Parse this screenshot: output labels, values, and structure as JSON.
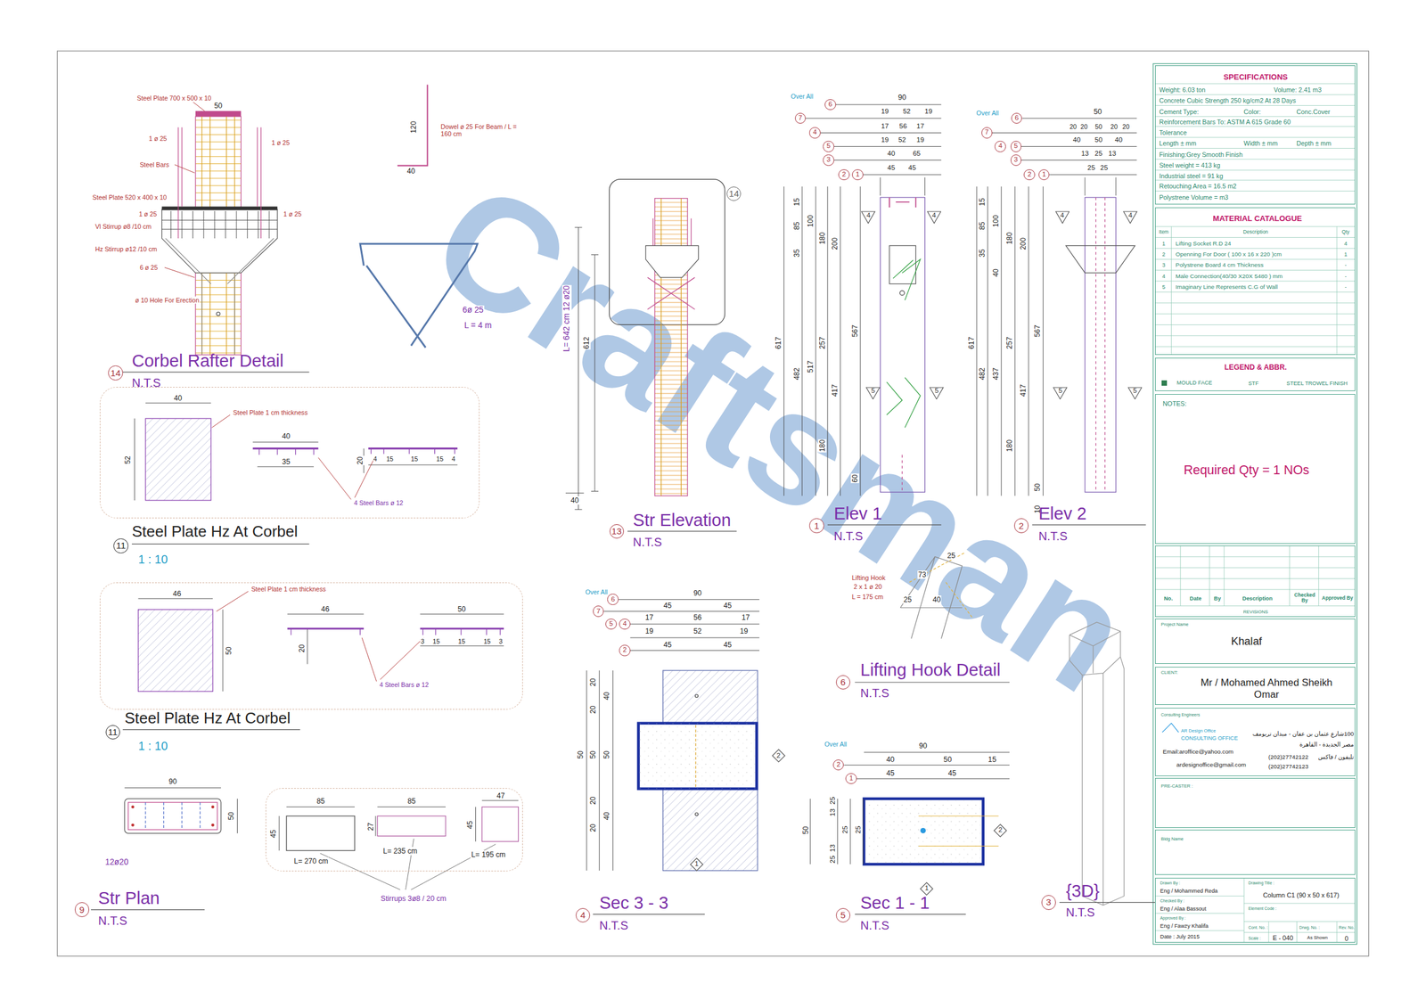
{
  "diagram": {
    "nodes": [
      {
        "text": [
          "14"
        ]
      },
      {
        "text": [
          "11"
        ]
      },
      {
        "text": [
          "11"
        ]
      },
      {
        "text": [
          "9"
        ]
      },
      {
        "text": [
          "14"
        ]
      },
      {
        "text": [
          "13"
        ]
      },
      {
        "text": [
          "6"
        ]
      },
      {
        "text": [
          "7"
        ]
      },
      {
        "text": [
          "4"
        ]
      },
      {
        "text": [
          "5"
        ]
      },
      {
        "text": [
          "3"
        ]
      },
      {
        "text": [
          "2"
        ]
      },
      {
        "text": [
          "1"
        ]
      },
      {
        "text": [
          "4"
        ]
      },
      {
        "text": [
          "4"
        ]
      },
      {
        "text": [
          "5"
        ]
      },
      {
        "text": [
          "5"
        ]
      },
      {
        "text": [
          "1"
        ]
      },
      {
        "text": [
          "6"
        ]
      },
      {
        "text": [
          "7"
        ]
      },
      {
        "text": [
          "4"
        ]
      },
      {
        "text": [
          "5"
        ]
      },
      {
        "text": [
          "3"
        ]
      },
      {
        "text": [
          "2"
        ]
      },
      {
        "text": [
          "1"
        ]
      },
      {
        "text": [
          "4"
        ]
      },
      {
        "text": [
          "4"
        ]
      },
      {
        "text": [
          "5"
        ]
      },
      {
        "text": [
          "5"
        ]
      },
      {
        "text": [
          "2"
        ]
      },
      {
        "text": [
          "6"
        ]
      },
      {
        "text": [
          "6"
        ]
      },
      {
        "text": [
          "7"
        ]
      },
      {
        "text": [
          "5"
        ]
      },
      {
        "text": [
          "4"
        ]
      },
      {
        "text": [
          "2"
        ]
      },
      {
        "text": [
          "2"
        ]
      },
      {
        "text": [
          "1"
        ]
      },
      {
        "text": [
          "4"
        ]
      },
      {
        "text": [
          "2"
        ]
      },
      {
        "text": [
          "1"
        ]
      },
      {
        "text": [
          "2"
        ]
      },
      {
        "text": [
          "1"
        ]
      },
      {
        "text": [
          "5"
        ]
      },
      {
        "text": [
          "3"
        ]
      },
      {
        "text": [
          "40",
          "52",
          "Steel Plate 1 cm thickness",
          "40",
          "35",
          "20",
          "4",
          "15",
          "15",
          "15",
          "4",
          "4 Steel Bars ø 12"
        ]
      },
      {
        "text": [
          "46",
          "50",
          "Steel Plate 1 cm thickness",
          "46",
          "20",
          "50",
          "3",
          "15",
          "15",
          "15",
          "3",
          "4 Steel Bars ø 12"
        ]
      },
      {
        "text": [
          "85",
          "85",
          "47",
          "45",
          "27",
          "45",
          "L= 270 cm",
          "L= 235 cm",
          "L= 195 cm"
        ]
      },
      {
        "text": [
          "SPECIFICATIONS",
          "Weight: 6.03 ton",
          "Volume: 2.41 m3",
          "Concrete Cubic Strength 250 kg/cm2 At 28 Days",
          "Cement Type:",
          "Color:",
          "Conc.Cover",
          "Reinforcement Bars To: ASTM A 615 Grade 60",
          "Tolerance",
          "Length ± mm",
          "Width ± mm",
          "Depth ± mm",
          "Finishing:Grey Smooth Finish",
          "Steel weight = 413 kg",
          "Industrial steel = 91 kg",
          "Retouching Area = 16.5 m2",
          "Polystrene Volume = m3"
        ]
      },
      {
        "text": [
          "MATERIAL CATALOGUE",
          "Item",
          "Description",
          "Qty",
          "1",
          "Lifting Socket R.D 24",
          "4",
          "2",
          "Openning For Door ( 100 x 16 x 220 )cm",
          "1",
          "3",
          "Polystrene Board 4 cm Thickness",
          "-",
          "4",
          "Male Connection(40/30 X20X 5480 ) mm",
          "-",
          "5",
          "Imaginary Line Represents C.G of Wall",
          "-"
        ]
      },
      {
        "text": [
          "LEGEND & ABBR.",
          "STF",
          "STEEL TROWEL FINISH"
        ]
      },
      {
        "text": [
          "NOTES:",
          "Required Qty = 1 NOs"
        ]
      },
      {
        "text": [
          "No.",
          "Date",
          "By",
          "Description",
          "Checked By",
          "Approved By",
          "REVISIONS"
        ]
      },
      {
        "text": [
          "Project Name",
          "Khalaf"
        ]
      },
      {
        "text": [
          "CLIENT:",
          "Mr / Mohamed Ahmed Sheikh Omar"
        ]
      },
      {
        "text": [
          "Consulting Engineers",
          "AR Design Office",
          "CONSULTING OFFICE",
          "Email:aroffice@yahoo.com",
          "ardesignoffice@gmail.com",
          "100شارع عثمان بن عفان - ميدان تريومف",
          "مصر الجديدة - القاهرة",
          "تليفون / فاكس",
          "(202)27742122",
          "(202)27742123"
        ]
      },
      {
        "text": [
          "PRE-CASTER :"
        ]
      },
      {
        "text": [
          "Bldg Name"
        ]
      },
      {
        "text": [
          "Drawn By :",
          "Eng / Mohammed Reda",
          "Checked By :",
          "Eng / Alaa Bassout",
          "Approved By :",
          "Eng / Fawzy Khalifa",
          "Date : July 2015",
          "Drawing Title :",
          "Column C1 (90 x 50 x 617)",
          "Element Code :",
          "Cont. No. :",
          "E - 040",
          "Drwg. No. :",
          "Scale :",
          "As Shown",
          "Rev. No.",
          "0"
        ]
      }
    ],
    "labels": [
      "Steel Plate 700 x 500 x 10",
      "50",
      "1 ø 25",
      "1 ø 25",
      "Steel Bars",
      "Steel Plate 520 x 400 x 10",
      "1 ø 25",
      "1 ø 25",
      "Vl Stirrup ø8 /10 cm",
      "Hz Stirrup ø12 /10 cm",
      "6 ø 25",
      "ø 10 Hole For Erection",
      "Corbel Rafter Detail",
      "N.T.S",
      "120",
      "Dowel ø 25 For Beam / L = 160 cm",
      "40",
      "6ø 25",
      "L = 4 m",
      "Steel Plate Hz At Corbel",
      "1 : 10",
      "Steel Plate Hz At Corbel",
      "1 : 10",
      "90",
      "50",
      "12ø20",
      "Str Plan",
      "N.T.S",
      "Stirrups 3ø8 / 20 cm",
      "L= 642 cm 12 ø20",
      "612",
      "40",
      "Str Elevation",
      "N.T.S",
      "Over All",
      "90",
      "19",
      "52",
      "19",
      "17",
      "56",
      "17",
      "19",
      "52",
      "19",
      "40",
      "65",
      "45",
      "45",
      "15",
      "85",
      "35",
      "100",
      "180",
      "200",
      "617",
      "482",
      "517",
      "257",
      "567",
      "417",
      "180",
      "60",
      "Elev 1",
      "N.T.S",
      "Over All",
      "50",
      "20",
      "20",
      "50",
      "20",
      "20",
      "40",
      "50",
      "40",
      "13",
      "25",
      "13",
      "25",
      "25",
      "15",
      "85",
      "35",
      "100",
      "40",
      "180",
      "200",
      "617",
      "482",
      "437",
      "257",
      "417",
      "567",
      "180",
      "10",
      "50",
      "Elev 2",
      "N.T.S",
      "25",
      "73",
      "Lifting Hook",
      "2 x 1 ø 20",
      "L = 175 cm",
      "25",
      "40",
      "Lifting Hook Detail",
      "N.T.S",
      "Over All",
      "90",
      "45",
      "45",
      "17",
      "56",
      "17",
      "19",
      "52",
      "19",
      "45",
      "45",
      "20",
      "20",
      "50",
      "50",
      "20",
      "20",
      "40",
      "50",
      "40",
      "Sec 3 - 3",
      "N.T.S",
      "Over All",
      "90",
      "40",
      "50",
      "15",
      "45",
      "45",
      "50",
      "25",
      "13",
      "13",
      "25",
      "25",
      "25",
      "Sec 1 - 1",
      "N.T.S",
      "{3D}",
      "N.T.S",
      "Craftsman"
    ],
    "legend": [
      {
        "text": "MOULD FACE",
        "color": "#2e7d4f"
      }
    ]
  }
}
